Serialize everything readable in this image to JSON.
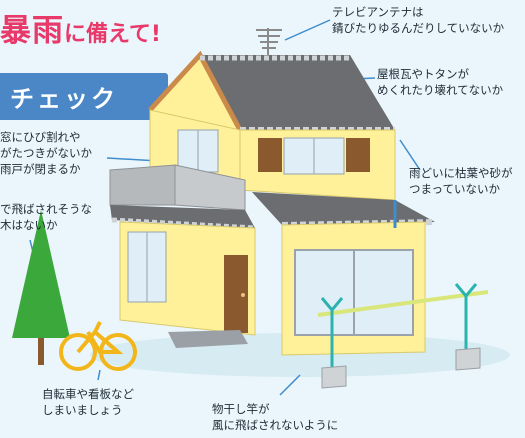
{
  "title": {
    "big": "暴雨",
    "small": "に備えて!"
  },
  "banner": {
    "label": "チェック"
  },
  "notes": {
    "antenna": [
      "テレビアンテナは",
      "錆びたりゆるんだりしていないか"
    ],
    "roof": [
      "屋根瓦やトタンが",
      "めくれたり壊れてないか"
    ],
    "gutter": [
      "雨どいに枯葉や砂が",
      "つまっていないか"
    ],
    "window": [
      "窓にひび割れや",
      "がたつきがないか",
      "雨戸が閉まるか"
    ],
    "tree": [
      "で飛ばされそうな",
      "木はないか"
    ],
    "bicycle": [
      "自転車や看板など",
      "しまいましょう"
    ],
    "pole": [
      "物干し竿が",
      "風に飛ばされないように"
    ]
  },
  "colors": {
    "title": "#e8396a",
    "banner": "#4b86c7",
    "wall": "#fff19a",
    "roof": "#6b6d70",
    "gutter": "#3f8dcc",
    "tree": "#3aa83a",
    "bicycle": "#f2b61a"
  }
}
